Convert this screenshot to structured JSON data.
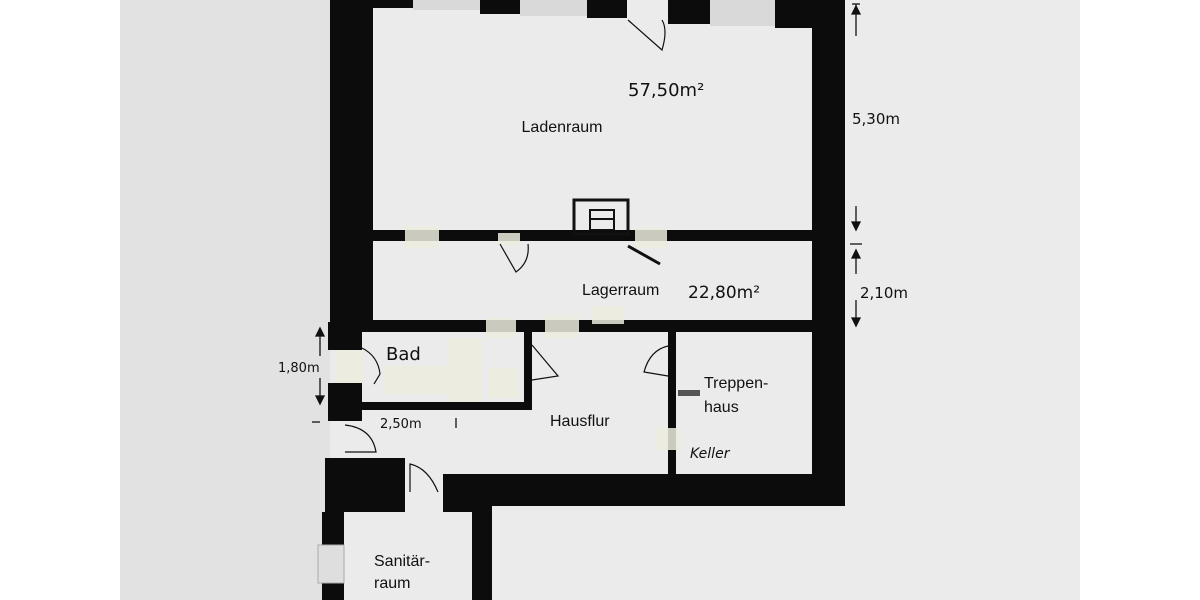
{
  "rooms": {
    "ladenraum": "Ladenraum",
    "lagerraum": "Lagerraum",
    "bad": "Bad",
    "hausflur": "Hausflur",
    "treppenhaus_line1": "Treppen-",
    "treppenhaus_line2": "haus",
    "keller": "Keller",
    "sanitaer_line1": "Sanitär-",
    "sanitaer_line2": "raum"
  },
  "areas": {
    "ladenraum": "57,50m²",
    "lagerraum": "22,80m²"
  },
  "dimensions": {
    "ladenraum_depth": "5,30m",
    "lagerraum_depth": "2,10m",
    "bad_height": "1,80m",
    "bad_width": "2,50m"
  },
  "colors": {
    "paper": "#ebebeb",
    "wall": "#0c0c0c",
    "tape": "#ececdf"
  }
}
